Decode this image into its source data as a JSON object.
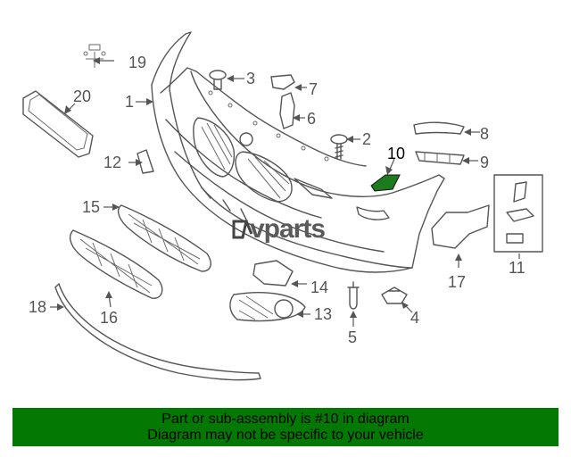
{
  "diagram": {
    "watermark": "vparts",
    "highlight_color": "#1e7a1e",
    "callouts": {
      "c1": "1",
      "c2": "2",
      "c3": "3",
      "c4": "4",
      "c5": "5",
      "c6": "6",
      "c7": "7",
      "c8": "8",
      "c9": "9",
      "c10": "10",
      "c11": "11",
      "c12": "12",
      "c13": "13",
      "c14": "14",
      "c15": "15",
      "c16": "16",
      "c17": "17",
      "c18": "18",
      "c19": "19",
      "c20": "20"
    },
    "highlighted_part": "10"
  },
  "footer": {
    "background": "#037903",
    "line1": "Part or sub-assembly is #10 in diagram",
    "line2": "Diagram may not be specific to your vehicle"
  }
}
